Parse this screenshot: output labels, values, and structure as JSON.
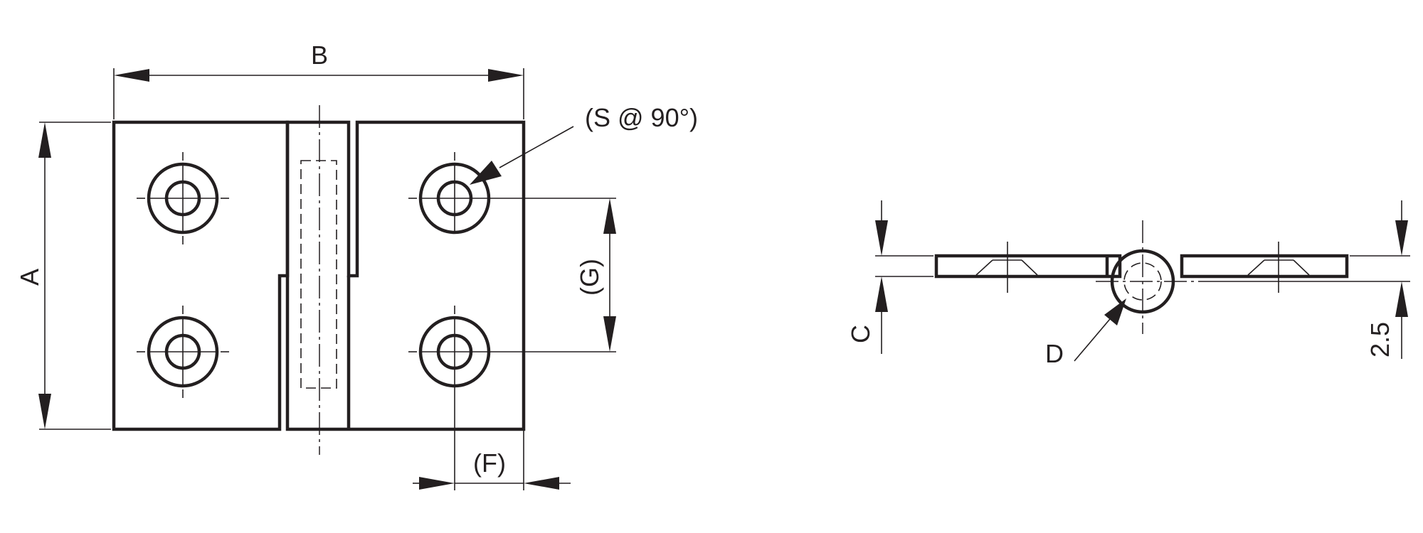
{
  "labels": {
    "a": "A",
    "b": "B",
    "s": "(S @ 90°)",
    "g": "(G)",
    "f": "(F)",
    "c": "C",
    "d": "D",
    "t": "2.5"
  },
  "colors": {
    "line": "#231f20",
    "background": "#ffffff"
  }
}
